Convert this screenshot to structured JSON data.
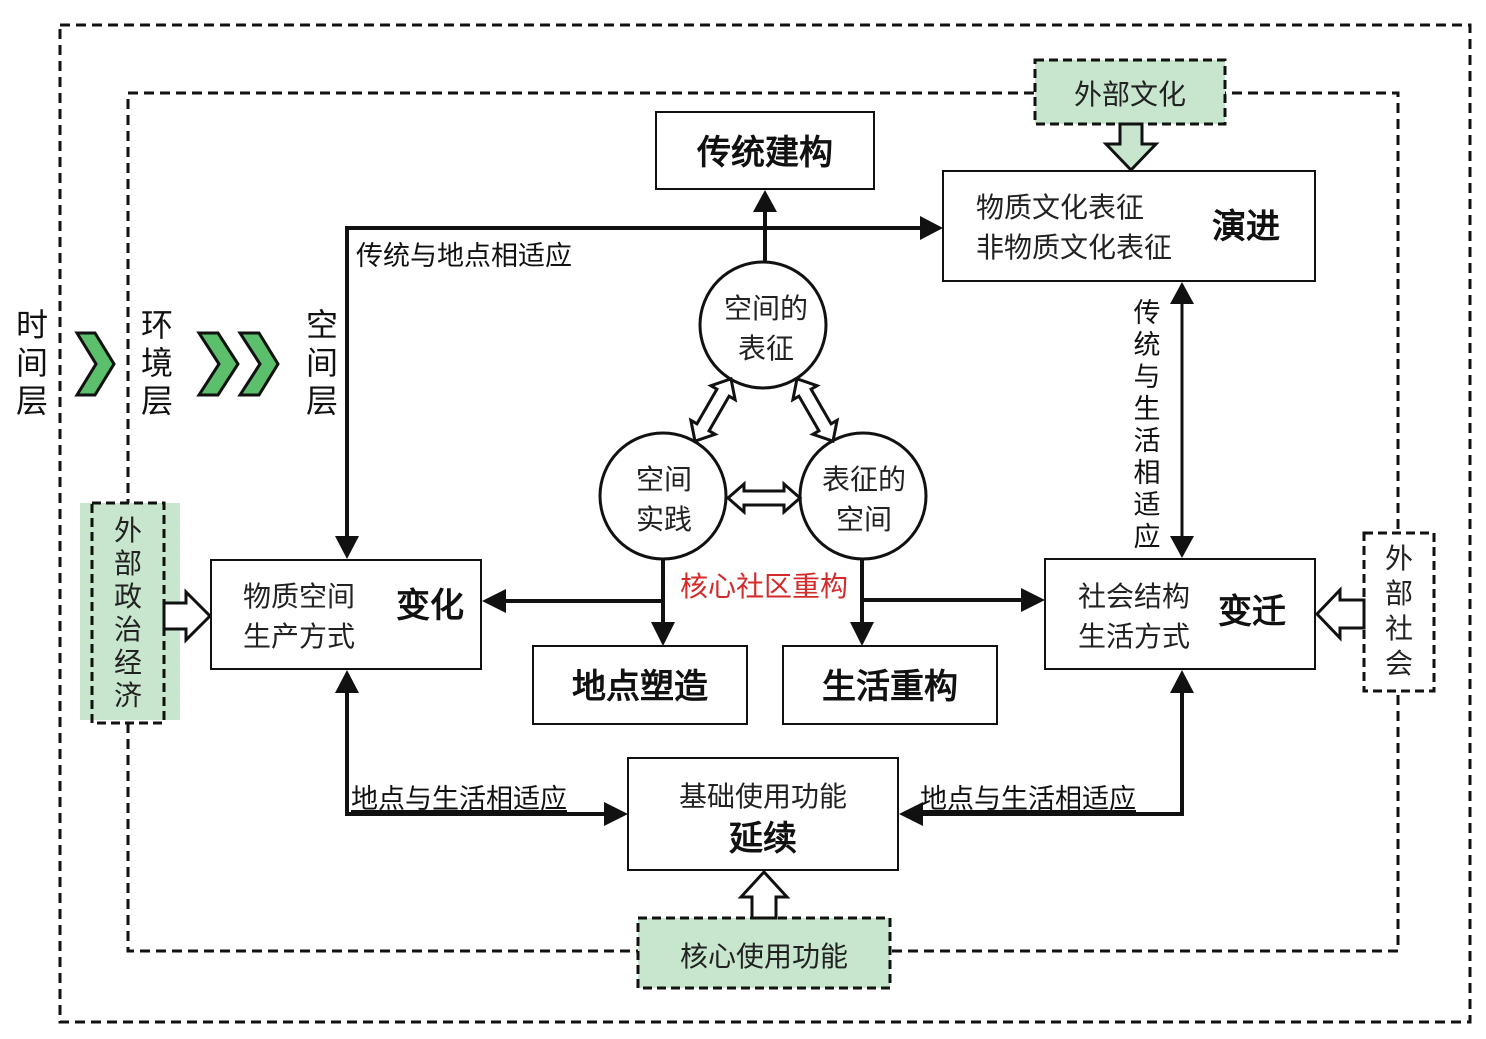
{
  "layers": {
    "time": "时间层",
    "environment": "环境层",
    "space": "空间层"
  },
  "external": {
    "culture": "外部文化",
    "politics_economy": "外部政治经济",
    "society": "外部社会",
    "core_function": "核心使用功能"
  },
  "boxes": {
    "tradition": "传统建构",
    "evolution": {
      "line1": "物质文化表征",
      "line2": "非物质文化表征",
      "keyword": "演进"
    },
    "change": {
      "line1": "物质空间",
      "line2": "生产方式",
      "keyword": "变化"
    },
    "transition": {
      "line1": "社会结构",
      "line2": "生活方式",
      "keyword": "变迁"
    },
    "continuation": {
      "line1": "基础使用功能",
      "keyword": "延续"
    },
    "place_shaping": "地点塑造",
    "life_reconstruction": "生活重构"
  },
  "triad": {
    "representation_of_space": [
      "空间的",
      "表征"
    ],
    "spatial_practice": [
      "空间",
      "实践"
    ],
    "representational_space": [
      "表征的",
      "空间"
    ]
  },
  "core_label": "核心社区重构",
  "edge_labels": {
    "tradition_place": "传统与地点相适应",
    "tradition_life": "传统与生活相适应",
    "place_life_left": "地点与生活相适应",
    "place_life_right": "地点与生活相适应"
  },
  "colors": {
    "green_fill": "#c7e6cd",
    "chevron_green": "#5cbf6b",
    "core_label_red": "#d42a2a"
  }
}
